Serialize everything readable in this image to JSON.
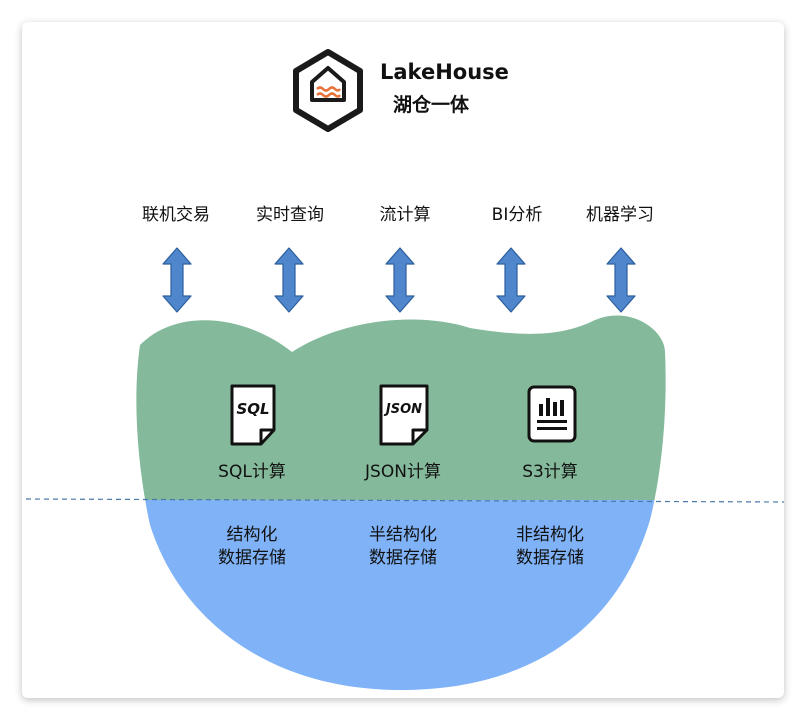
{
  "brand": {
    "title": "LakeHouse",
    "subtitle": "湖仓一体"
  },
  "applications": [
    "联机交易",
    "实时查询",
    "流计算",
    "BI分析",
    "机器学习"
  ],
  "engines": [
    {
      "icon": "sql-file-icon",
      "icon_text": "SQL",
      "label": "SQL计算"
    },
    {
      "icon": "json-file-icon",
      "icon_text": "JSON",
      "label": "JSON计算"
    },
    {
      "icon": "s3-document-icon",
      "label": "S3计算"
    }
  ],
  "storage": [
    {
      "line1": "结构化",
      "line2": "数据存储"
    },
    {
      "line1": "半结构化",
      "line2": "数据存储"
    },
    {
      "line1": "非结构化",
      "line2": "数据存储"
    }
  ],
  "colors": {
    "compute_layer": "#84BA9B",
    "storage_layer": "#7FB2F7",
    "arrow": "#4F86CC",
    "logo_orange": "#E8743B",
    "dashed_line": "#4A78A8"
  }
}
